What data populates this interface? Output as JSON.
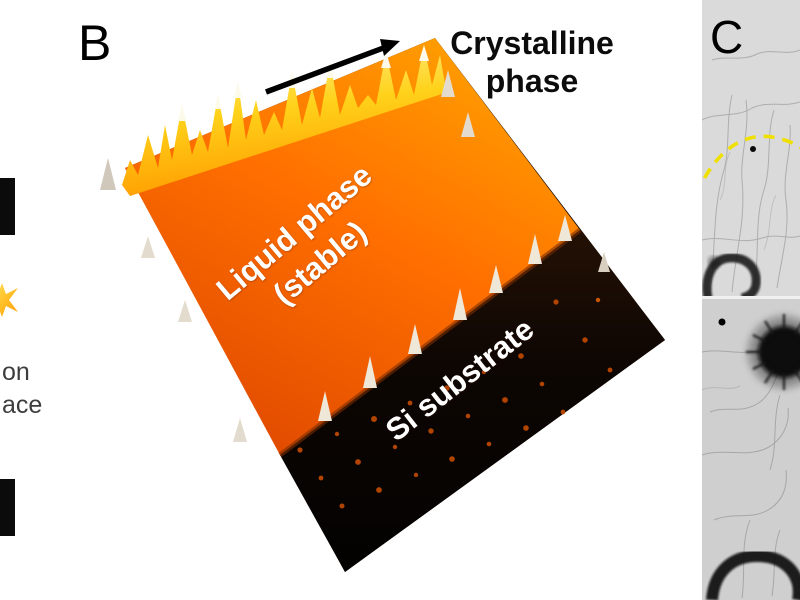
{
  "panel_b": {
    "label": "B",
    "crystalline_phase_label": "Crystalline phase",
    "liquid_phase_line1": "Liquid phase",
    "liquid_phase_line2": "(stable)",
    "si_substrate_label": "Si substrate"
  },
  "panel_c": {
    "label": "C"
  },
  "left_edge_fragments": {
    "fragment_top": "on",
    "fragment_bottom": "ace"
  },
  "colors": {
    "surface_orange": "#ff6a00",
    "ridge_yellow": "#ffd21a",
    "substrate_black": "#0d0603",
    "annotation_text_white": "#ffffff",
    "annotation_text_black": "#0c0c0c",
    "dashed_circle_yellow": "#f0e000",
    "micrograph_gray_top": "#dadada",
    "micrograph_gray_bottom": "#cfcfcf"
  }
}
